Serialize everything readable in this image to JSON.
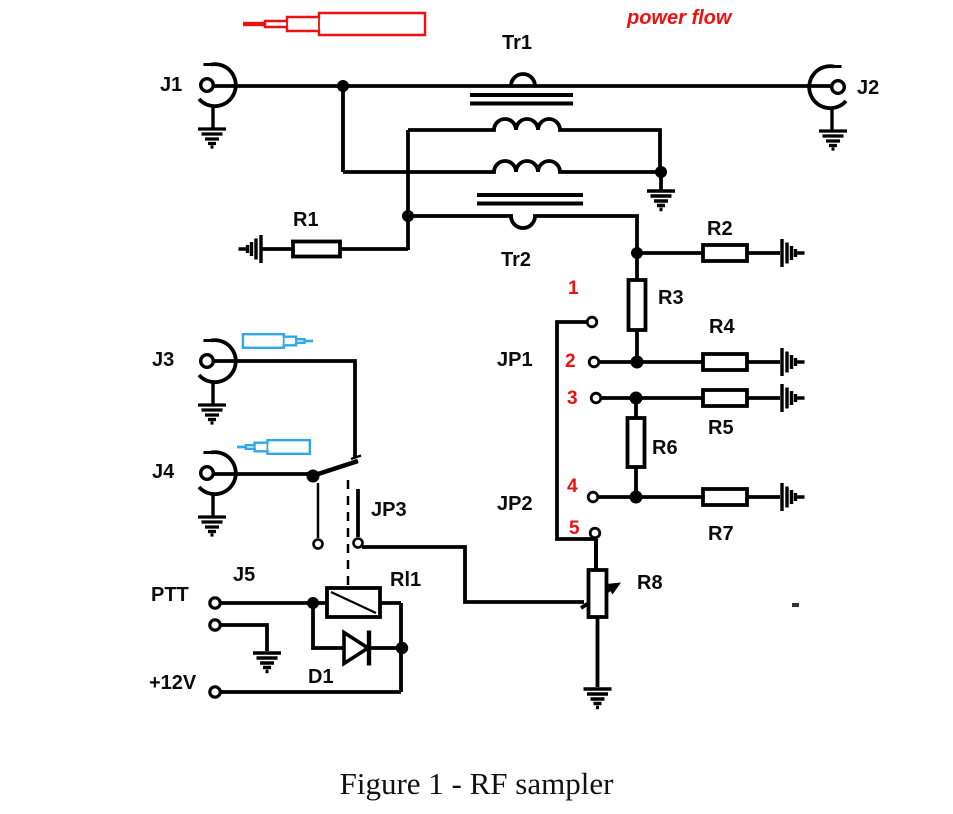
{
  "caption": "Figure 1 - RF sampler",
  "power_flow": "power flow",
  "labels": {
    "j1": "J1",
    "j2": "J2",
    "j3": "J3",
    "j4": "J4",
    "j5": "J5",
    "tr1": "Tr1",
    "tr2": "Tr2",
    "r1": "R1",
    "r2": "R2",
    "r3": "R3",
    "r4": "R4",
    "r5": "R5",
    "r6": "R6",
    "r7": "R7",
    "r8": "R8",
    "jp1": "JP1",
    "jp2": "JP2",
    "jp3": "JP3",
    "rl1": "Rl1",
    "d1": "D1",
    "ptt": "PTT",
    "plus12v": "+12V"
  },
  "pins": {
    "p1": "1",
    "p2": "2",
    "p3": "3",
    "p4": "4",
    "p5": "5"
  },
  "icons": {
    "power_flow_arrow": "telescopic-arrow-left",
    "j3_flow_arrow": "telescopic-arrow-right",
    "j4_flow_arrow": "telescopic-arrow-left",
    "ground": "earth-ground",
    "connector": "coax-jack"
  },
  "colors": {
    "wire": "#000000",
    "accent_red": "#ee1111",
    "accent_blue": "#2fa8e8"
  }
}
